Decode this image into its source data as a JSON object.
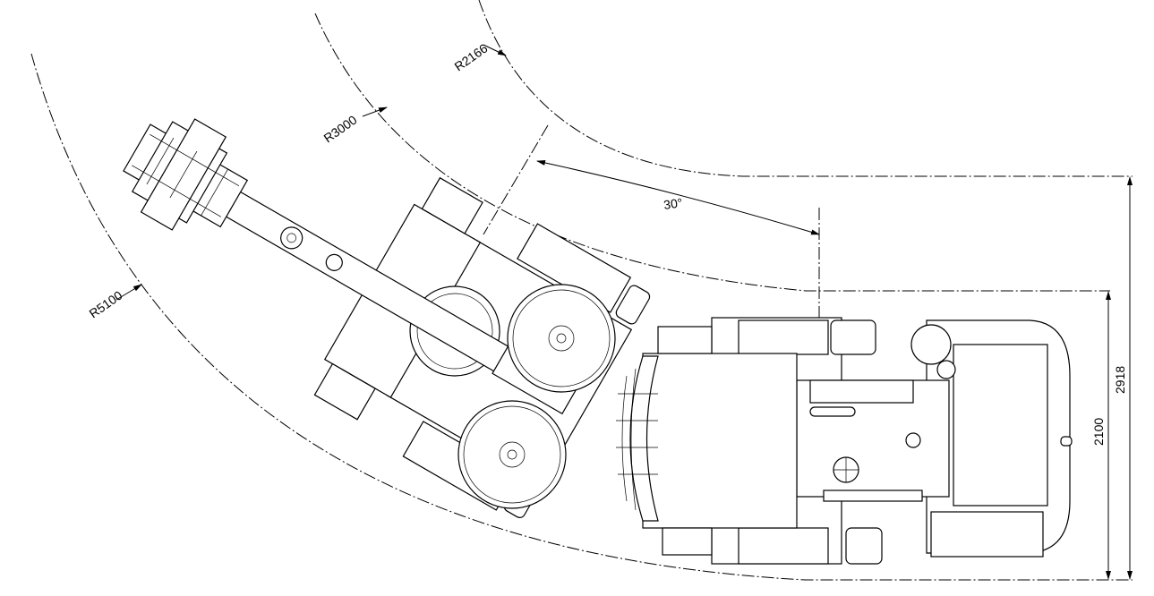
{
  "drawing": {
    "radii": {
      "r1": "R2166",
      "r2": "R3000",
      "r3": "R5100"
    },
    "angle": "30°",
    "widths": {
      "overall": "2918",
      "body": "2100"
    }
  }
}
